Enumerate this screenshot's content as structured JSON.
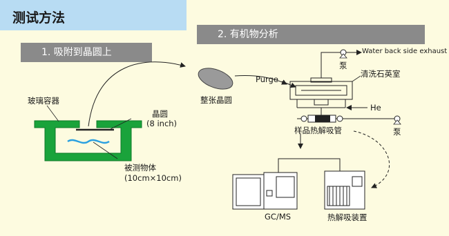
{
  "header": {
    "title": "测试方法"
  },
  "steps": [
    {
      "label": "1. 吸附到晶圆上"
    },
    {
      "label": "2. 有机物分析"
    }
  ],
  "labels": {
    "glass_container": "玻璃容器",
    "wafer": "晶圆",
    "wafer_size": "(8 inch)",
    "sample": "被测物体",
    "sample_size": "(10cm×10cm)",
    "whole_wafer": "整张晶圆",
    "purge": "Purge",
    "exhaust": "Water back side exhaust",
    "pump_top": "泵",
    "quartz_chamber": "清洗石英室",
    "he": "He",
    "sample_tube": "样品热解吸管",
    "pump_right": "泵",
    "gcms": "GC/MS",
    "thermal_desorption": "热解吸装置"
  },
  "colors": {
    "title_bg": "#b8dcf3",
    "panel_bg": "#fdfbe0",
    "pill_bg": "#8a8a8a",
    "container_green": "#1aa33b",
    "sample_wave": "#2aa0e0"
  }
}
